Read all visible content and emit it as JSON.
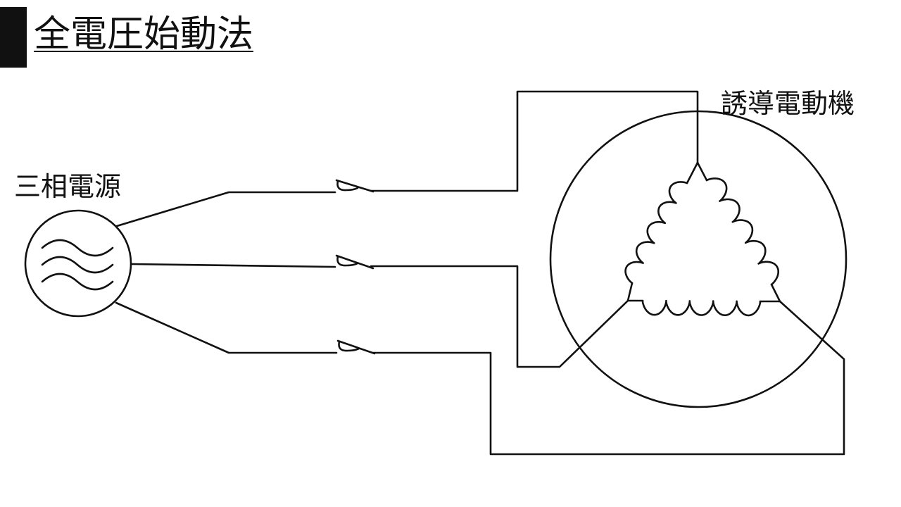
{
  "title": "全電圧始動法",
  "labels": {
    "source": "三相電源",
    "motor": "誘導電動機"
  },
  "colors": {
    "line": "#111111",
    "background": "#ffffff"
  }
}
